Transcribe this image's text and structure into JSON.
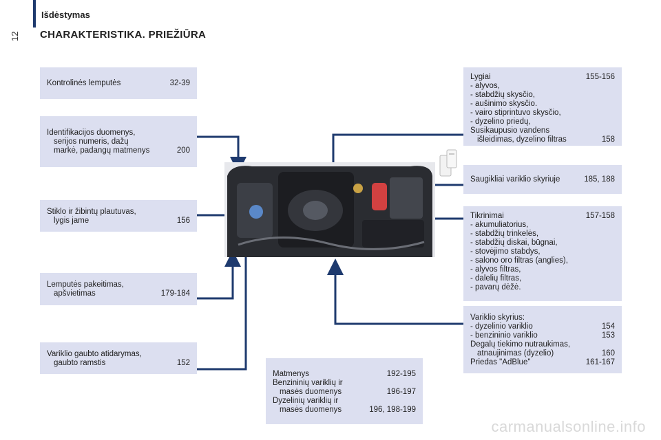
{
  "page": {
    "number": "12",
    "section": "Išdėstymas",
    "title": "CHARAKTERISTIKA. PRIEŽIŪRA",
    "watermark": "carmanualsonline.info"
  },
  "left_boxes": [
    {
      "rows": [
        {
          "text": "Kontrolinės lemputės",
          "page": "32-39"
        }
      ]
    },
    {
      "rows": [
        {
          "text": "Identifikacijos duomenys,",
          "page": ""
        },
        {
          "text": "serijos numeris, dažų",
          "page": "",
          "indent": true
        },
        {
          "text": "markė, padangų matmenys",
          "page": "200",
          "indent": true
        }
      ]
    },
    {
      "rows": [
        {
          "text": "Stiklo ir žibintų plautuvas,",
          "page": ""
        },
        {
          "text": "lygis jame",
          "page": "156",
          "indent": true
        }
      ]
    },
    {
      "rows": [
        {
          "text": "Lemputės pakeitimas,",
          "page": ""
        },
        {
          "text": "apšvietimas",
          "page": "179-184",
          "indent": true
        }
      ]
    },
    {
      "rows": [
        {
          "text": "Variklio gaubto atidarymas,",
          "page": ""
        },
        {
          "text": "gaubto ramstis",
          "page": "152",
          "indent": true
        }
      ]
    }
  ],
  "bottom_box": {
    "rows": [
      {
        "text": "Matmenys",
        "page": "192-195"
      },
      {
        "text": "Benzininių variklių ir",
        "page": ""
      },
      {
        "text": "masės duomenys",
        "page": "196-197",
        "indent": true
      },
      {
        "text": "Dyzelinių variklių ir",
        "page": ""
      },
      {
        "text": "masės duomenys",
        "page": "196, 198-199",
        "indent": true
      }
    ]
  },
  "right_boxes": [
    {
      "rows": [
        {
          "text": "Lygiai",
          "page": "155-156"
        },
        {
          "text": "-  alyvos,",
          "page": ""
        },
        {
          "text": "-  stabdžių skysčio,",
          "page": ""
        },
        {
          "text": "-  aušinimo skysčio.",
          "page": ""
        },
        {
          "text": "-  vairo stiprintuvo skysčio,",
          "page": ""
        },
        {
          "text": "-  dyzelino priedų,",
          "page": ""
        },
        {
          "text": "Susikaupusio vandens",
          "page": ""
        },
        {
          "text": "išleidimas, dyzelino filtras",
          "page": "158",
          "indent": true
        }
      ]
    },
    {
      "rows": [
        {
          "text": "Saugikliai variklio skyriuje",
          "page": "185, 188"
        }
      ]
    },
    {
      "rows": [
        {
          "text": "Tikrinimai",
          "page": "157-158"
        },
        {
          "text": "-  akumuliatorius,",
          "page": ""
        },
        {
          "text": "-  stabdžių trinkelės,",
          "page": ""
        },
        {
          "text": "-  stabdžių diskai, būgnai,",
          "page": ""
        },
        {
          "text": "-  stovėjimo stabdys,",
          "page": ""
        },
        {
          "text": "-  salono oro filtras (anglies),",
          "page": ""
        },
        {
          "text": "-  alyvos filtras,",
          "page": ""
        },
        {
          "text": "-  dalelių filtras,",
          "page": ""
        },
        {
          "text": "-  pavarų dėžė.",
          "page": ""
        }
      ]
    },
    {
      "rows": [
        {
          "text": "Variklio skyrius:",
          "page": ""
        },
        {
          "text": "-  dyzelinio variklio",
          "page": "154"
        },
        {
          "text": "-  benzininio variklio",
          "page": "153"
        },
        {
          "text": "Degalų tiekimo nutraukimas,",
          "page": ""
        },
        {
          "text": "atnaujinimas (dyzelio)",
          "page": "160",
          "indent": true
        },
        {
          "text": "Priedas \"AdBlue\"",
          "page": "161-167"
        }
      ]
    }
  ],
  "colors": {
    "box": "#dcdff0",
    "line": "#1e3a6e",
    "accent": "#1e3a6e"
  }
}
